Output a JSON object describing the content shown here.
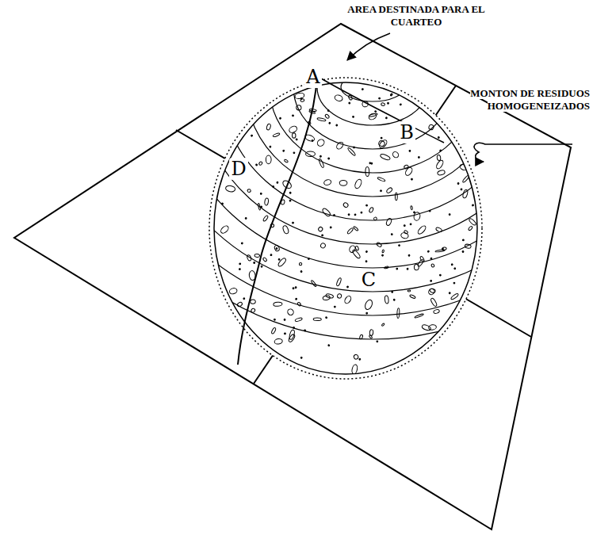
{
  "diagram": {
    "labels": [
      "AREA DESTINADA PARA EL CUARTEO",
      "MONTON DE RESIDUOS HOMOGENEIZADOS",
      "A",
      "B",
      "D",
      "C"
    ]
  }
}
